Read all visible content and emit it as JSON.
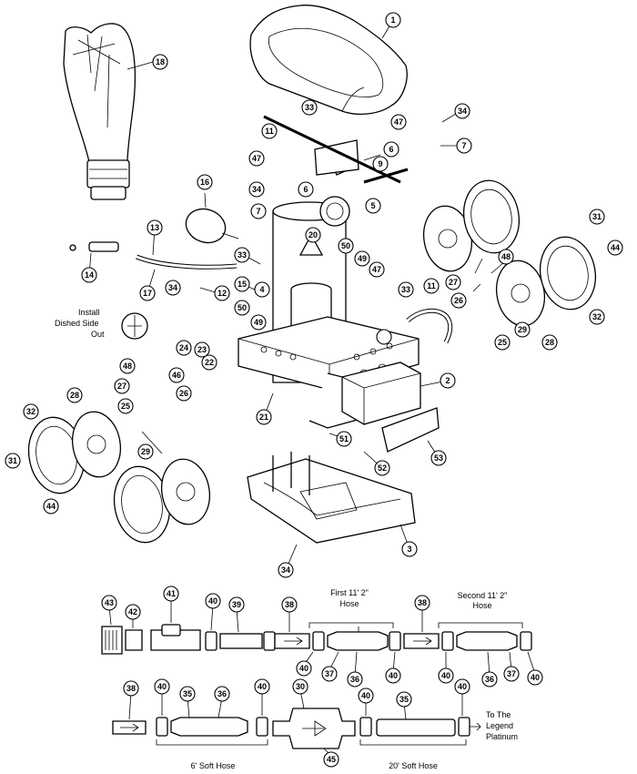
{
  "callouts": {
    "c1": "1",
    "c2": "2",
    "c3": "3",
    "c4": "4",
    "c5": "5",
    "c6": "6",
    "c6b": "6",
    "c7": "7",
    "c7b": "7",
    "c9": "9",
    "c11": "11",
    "c11b": "11",
    "c12": "12",
    "c13": "13",
    "c14": "14",
    "c15": "15",
    "c16": "16",
    "c17": "17",
    "c18": "18",
    "c20": "20",
    "c21": "21",
    "c22": "22",
    "c23": "23",
    "c24": "24",
    "c25": "25",
    "c25b": "25",
    "c26": "26",
    "c26b": "26",
    "c27": "27",
    "c27b": "27",
    "c28": "28",
    "c28b": "28",
    "c29": "29",
    "c29b": "29",
    "c31": "31",
    "c31b": "31",
    "c32": "32",
    "c32b": "32",
    "c33": "33",
    "c33b": "33",
    "c33c": "33",
    "c34": "34",
    "c34b": "34",
    "c34c": "34",
    "c34d": "34",
    "c44": "44",
    "c44b": "44",
    "c46": "46",
    "c47": "47",
    "c47b": "47",
    "c47c": "47",
    "c48": "48",
    "c48b": "48",
    "c49": "49",
    "c49b": "49",
    "c50": "50",
    "c50b": "50",
    "c51": "51",
    "c52": "52",
    "c53": "53",
    "h43": "43",
    "h42": "42",
    "h41": "41",
    "h40a": "40",
    "h39": "39",
    "h38a": "38",
    "h40b": "40",
    "h37a": "37",
    "h36a": "36",
    "h40c": "40",
    "h38b": "38",
    "h40d": "40",
    "h36b": "36",
    "h37b": "37",
    "h40e": "40",
    "h38c": "38",
    "h40f": "40",
    "h35a": "35",
    "h36c": "36",
    "h40g": "40",
    "h30": "30",
    "h45": "45",
    "h40h": "40",
    "h35b": "35",
    "h40i": "40"
  },
  "labels": {
    "install_1": "Install",
    "install_2": "Dished Side",
    "install_3": "Out",
    "first_hose_1": "First 11' 2\"",
    "first_hose_2": "Hose",
    "second_hose_1": "Second 11' 2\"",
    "second_hose_2": "Hose",
    "soft_hose_6": "6' Soft Hose",
    "soft_hose_20": "20' Soft Hose",
    "legend_1": "To The",
    "legend_2": "Legend",
    "legend_3": "Platinum"
  }
}
